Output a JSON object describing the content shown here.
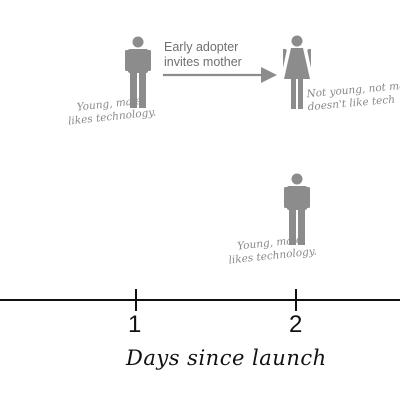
{
  "people": [
    {
      "gender": "male",
      "icon": "male-person-icon",
      "note_lines": [
        "Young, male,",
        "likes technology."
      ]
    },
    {
      "gender": "female",
      "icon": "female-person-icon",
      "note_lines": [
        "Not young, not ma",
        "doesn't like tech"
      ]
    },
    {
      "gender": "male",
      "icon": "male-person-icon",
      "note_lines": [
        "Young, male,",
        "likes technology."
      ]
    }
  ],
  "invite_label_lines": [
    "Early adopter",
    "invites mother"
  ],
  "axis": {
    "title": "Days since launch",
    "ticks": [
      "1",
      "2"
    ]
  },
  "colors": {
    "figure": "#8c8c8c",
    "note": "#8a8a8a",
    "axis": "#111111"
  }
}
